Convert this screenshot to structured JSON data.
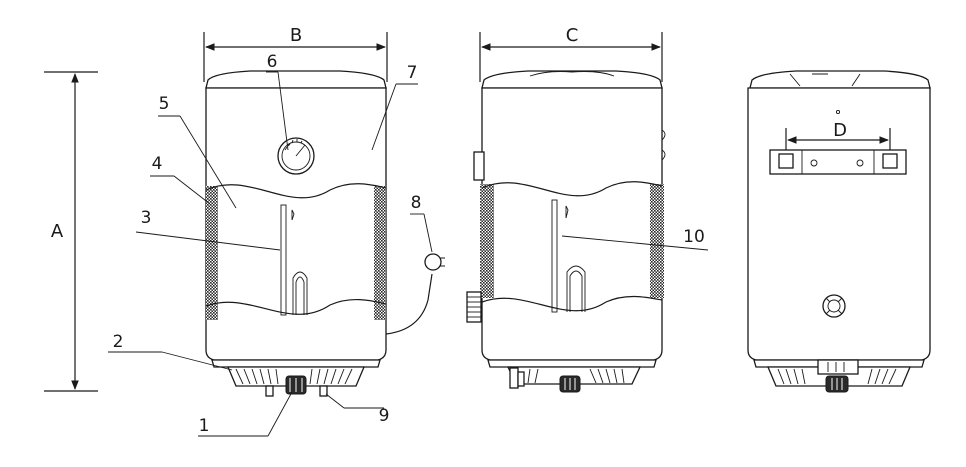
{
  "dimensions": {
    "A": "A",
    "B": "B",
    "C": "C",
    "D": "D"
  },
  "callouts": {
    "c1": "1",
    "c2": "2",
    "c3": "3",
    "c4": "4",
    "c5": "5",
    "c6": "6",
    "c7": "7",
    "c8": "8",
    "c9": "9",
    "c10": "10"
  },
  "colors": {
    "line": "#1a1a1a",
    "background": "#ffffff",
    "mesh": "#2a2a2a"
  }
}
